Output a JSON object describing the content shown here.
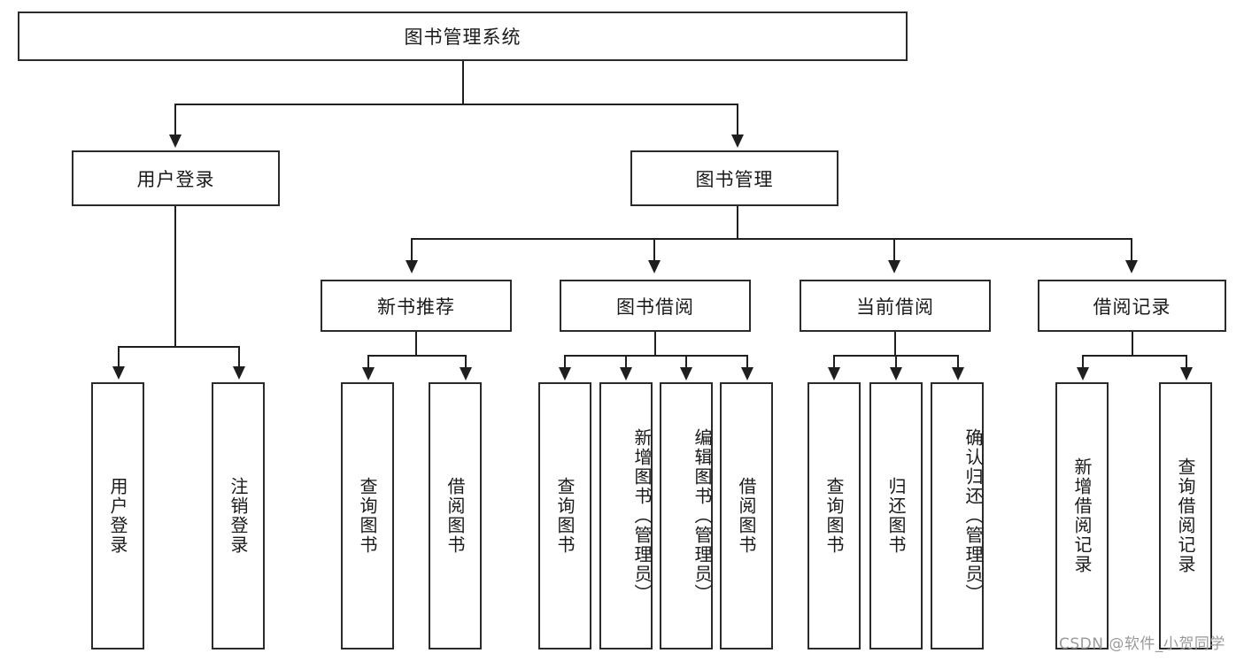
{
  "diagram": {
    "type": "tree-hierarchy",
    "title": "图书管理系统",
    "root": {
      "label": "图书管理系统"
    },
    "level2": [
      {
        "label": "用户登录"
      },
      {
        "label": "图书管理"
      }
    ],
    "level3": [
      {
        "label": "新书推荐"
      },
      {
        "label": "图书借阅"
      },
      {
        "label": "当前借阅"
      },
      {
        "label": "借阅记录"
      }
    ],
    "leaves": {
      "user_login": [
        {
          "label": "用户登录"
        },
        {
          "label": "注销登录"
        }
      ],
      "new_book_recommend": [
        {
          "label": "查询图书"
        },
        {
          "label": "借阅图书"
        }
      ],
      "book_borrow": [
        {
          "label": "查询图书"
        },
        {
          "label": "新增图书（管理员）"
        },
        {
          "label": "编辑图书（管理员）"
        },
        {
          "label": "借阅图书"
        }
      ],
      "current_borrow": [
        {
          "label": "查询图书"
        },
        {
          "label": "归还图书"
        },
        {
          "label": "确认归还（管理员）"
        }
      ],
      "borrow_records": [
        {
          "label": "新增借阅记录"
        },
        {
          "label": "查询借阅记录"
        }
      ]
    }
  },
  "watermark": {
    "text": "CSDN @软件_小贺同学"
  },
  "colors": {
    "box_border": "#2b2b2b",
    "line": "#1f1f1f",
    "text": "#1a1a1a",
    "background": "#ffffff",
    "watermark": "#9a9a9a"
  }
}
